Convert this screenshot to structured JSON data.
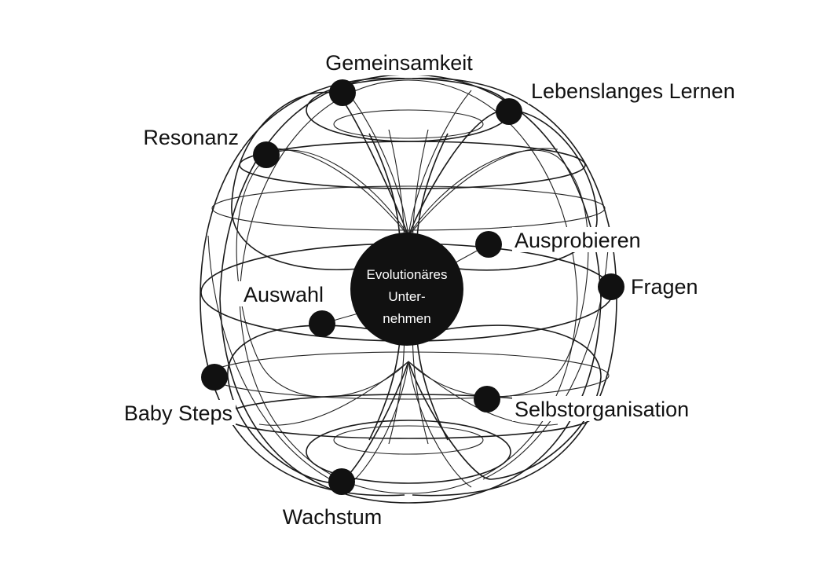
{
  "diagram": {
    "center": {
      "line1": "Evolutionäres",
      "line2": "Unter-",
      "line3": "nehmen"
    },
    "nodes": {
      "gemeinsamkeit": "Gemeinsamkeit",
      "lebenslanges_lernen": "Lebenslanges Lernen",
      "resonanz": "Resonanz",
      "ausprobieren": "Ausprobieren",
      "fragen": "Fragen",
      "auswahl": "Auswahl",
      "baby_steps": "Baby Steps",
      "selbstorganisation": "Selbstorganisation",
      "wachstum": "Wachstum"
    }
  }
}
